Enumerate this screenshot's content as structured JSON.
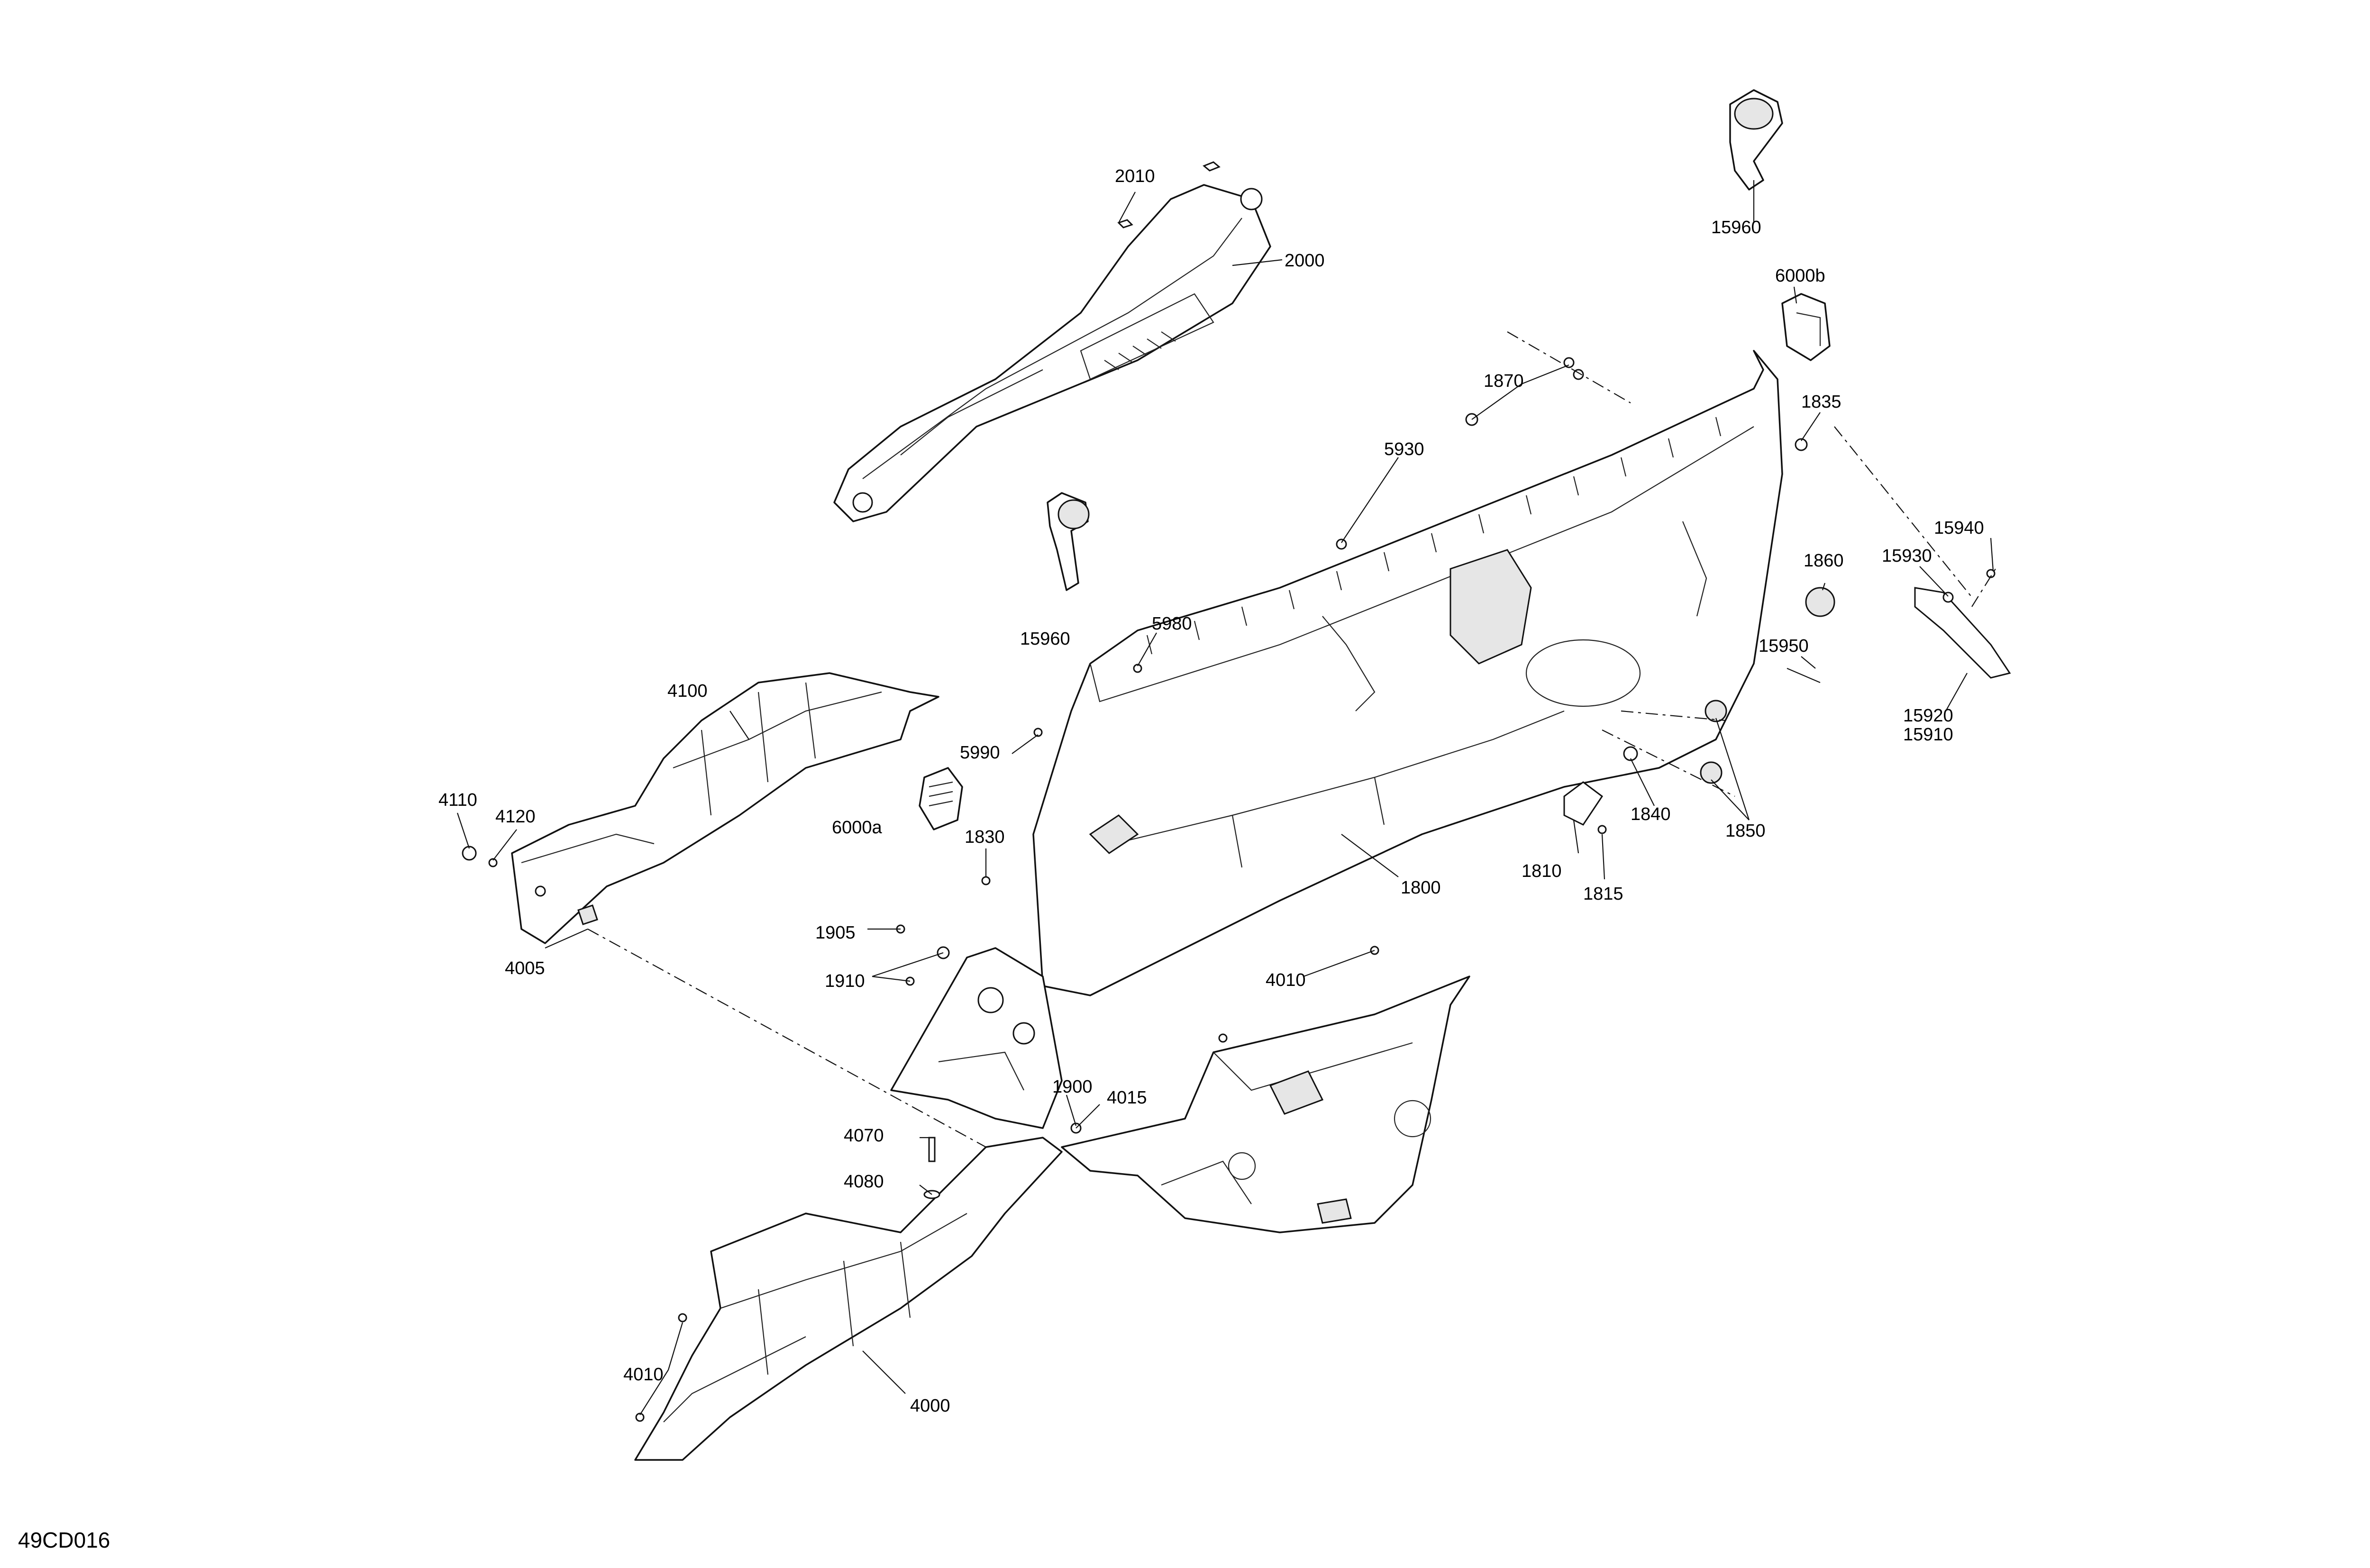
{
  "figure_id": "49CD016",
  "callouts": {
    "c2010": "2010",
    "c2000": "2000",
    "c15960a": "15960",
    "c15960b": "15960",
    "c6000b": "6000b",
    "c1870": "1870",
    "c1835": "1835",
    "c5930": "5930",
    "c15940": "15940",
    "c15930": "15930",
    "c1860": "1860",
    "c15950": "15950",
    "c15920": "15920",
    "c15910": "15910",
    "c5980": "5980",
    "c4100": "4100",
    "c5990": "5990",
    "c1840": "1840",
    "c1850": "1850",
    "c4110": "4110",
    "c4120": "4120",
    "c6000a": "6000a",
    "c1830": "1830",
    "c1810": "1810",
    "c1815": "1815",
    "c1800": "1800",
    "c1905": "1905",
    "c1910": "1910",
    "c4005": "4005",
    "c4010a": "4010",
    "c1900": "1900",
    "c4015": "4015",
    "c4070": "4070",
    "c4080": "4080",
    "c4010b": "4010",
    "c4000": "4000"
  },
  "colors": {
    "line": "#111111",
    "background": "#ffffff",
    "fill_shade": "#e6e6e6"
  }
}
